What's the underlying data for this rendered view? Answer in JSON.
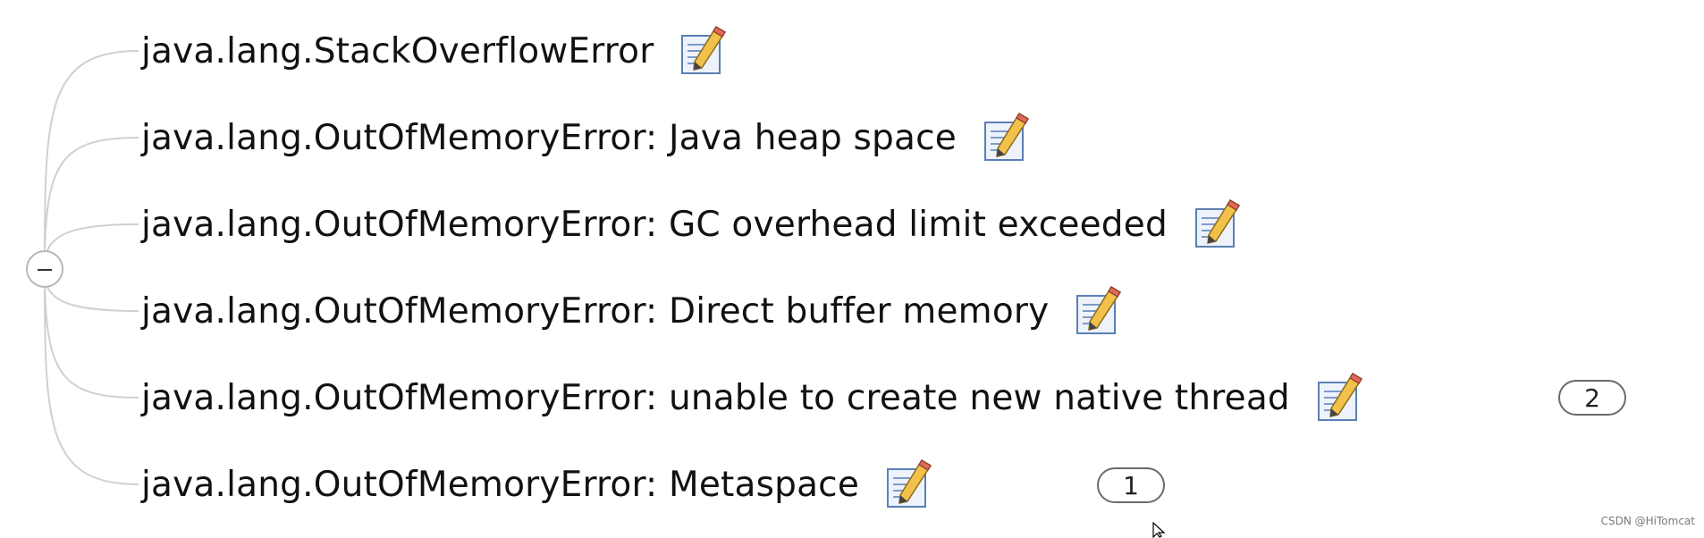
{
  "mindmap": {
    "collapse_control": "collapse-minus-icon",
    "connector_color": "#d0d0d0",
    "nodes": [
      {
        "label": "java.lang.StackOverflowError",
        "note_icon": "note-pencil-icon"
      },
      {
        "label": "java.lang.OutOfMemoryError: Java heap space",
        "note_icon": "note-pencil-icon"
      },
      {
        "label": "java.lang.OutOfMemoryError: GC overhead limit exceeded",
        "note_icon": "note-pencil-icon"
      },
      {
        "label": "java.lang.OutOfMemoryError: Direct buffer memory",
        "note_icon": "note-pencil-icon"
      },
      {
        "label": "java.lang.OutOfMemoryError: unable to create new native thread",
        "note_icon": "note-pencil-icon",
        "badge": "2"
      },
      {
        "label": "java.lang.OutOfMemoryError: Metaspace",
        "note_icon": "note-pencil-icon",
        "badge": "1"
      }
    ]
  },
  "watermark": "CSDN @HiTomcat"
}
